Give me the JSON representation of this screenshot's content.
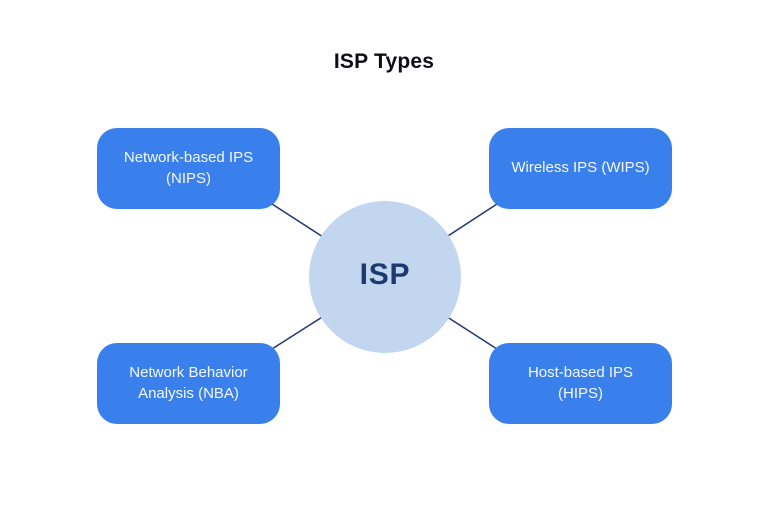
{
  "title": "ISP Types",
  "center": {
    "id": "isp",
    "label": "ISP"
  },
  "nodes": [
    {
      "id": "nips",
      "label": "Network-based IPS (NIPS)",
      "lines": [
        "Network-based IPS",
        "(NIPS)"
      ]
    },
    {
      "id": "wips",
      "label": "Wireless IPS (WIPS)",
      "lines": [
        "Wireless IPS (WIPS)",
        ""
      ]
    },
    {
      "id": "nba",
      "label": "Network Behavior Analysis (NBA)",
      "lines": [
        "Network Behavior",
        "Analysis (NBA)"
      ]
    },
    {
      "id": "hips",
      "label": "Host-based IPS (HIPS)",
      "lines": [
        "Host-based IPS",
        "(HIPS)"
      ]
    }
  ],
  "edges": [
    {
      "from": "isp",
      "to": "nips"
    },
    {
      "from": "isp",
      "to": "wips"
    },
    {
      "from": "isp",
      "to": "nba"
    },
    {
      "from": "isp",
      "to": "hips"
    }
  ],
  "colors": {
    "box_fill": "#3a80ec",
    "circle_fill": "#c3d6ef",
    "line_color": "#223c74",
    "title_color": "#0d0d15",
    "box_text": "#f4f7fc",
    "center_text": "#1d3a70",
    "background": "#ffffff"
  }
}
